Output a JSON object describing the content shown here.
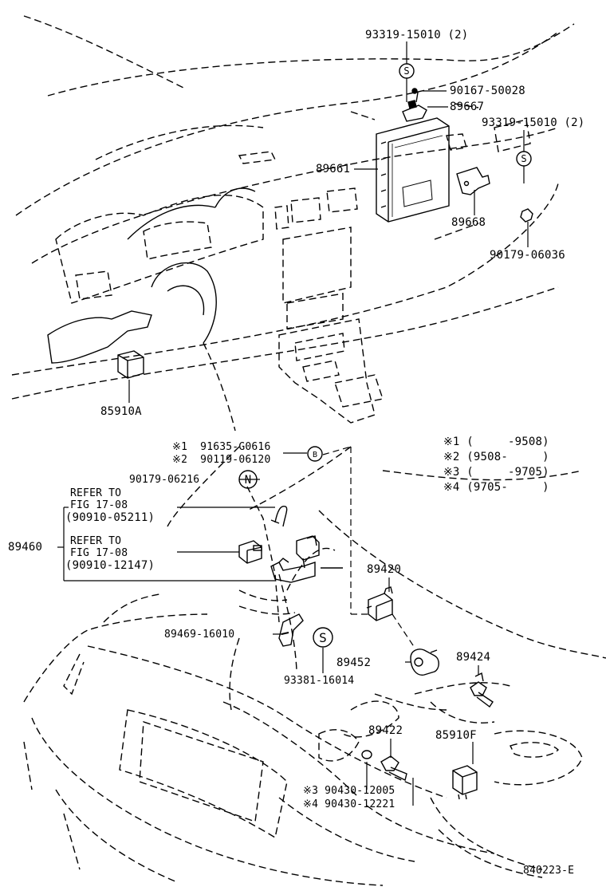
{
  "parts": {
    "p93319_top": "93319-15010 (2)",
    "p90167": "90167-50028",
    "p89667": "89667",
    "p93319_right": "93319-15010 (2)",
    "p89661": "89661",
    "p89668": "89668",
    "p90179_06036": "90179-06036",
    "p85910A": "85910A",
    "p91635": "※1  91635-G0616",
    "p90119": "※2  90119-06120",
    "p90179_06216": "90179-06216",
    "refer1_a": "REFER TO",
    "refer1_b": "FIG 17-08",
    "refer1_c": "(90910-05211)",
    "refer2_a": "REFER TO",
    "refer2_b": "FIG 17-08",
    "refer2_c": "(90910-12147)",
    "p89460": "89460",
    "p89420": "89420",
    "p89469": "89469-16010",
    "p89452": "89452",
    "p93381": "93381-16014",
    "p89424": "89424",
    "p85910F": "85910F",
    "p89422": "89422",
    "p90430_12005": "※3 90430-12005",
    "p90430_12221": "※4 90430-12221",
    "fig_code": "840223-E"
  },
  "symbols": {
    "s": "S",
    "b": "B",
    "n": "N"
  },
  "legend": [
    "※1 (     -9508)",
    "※2 (9508-     )",
    "※3 (     -9705)",
    "※4 (9705-     )"
  ]
}
